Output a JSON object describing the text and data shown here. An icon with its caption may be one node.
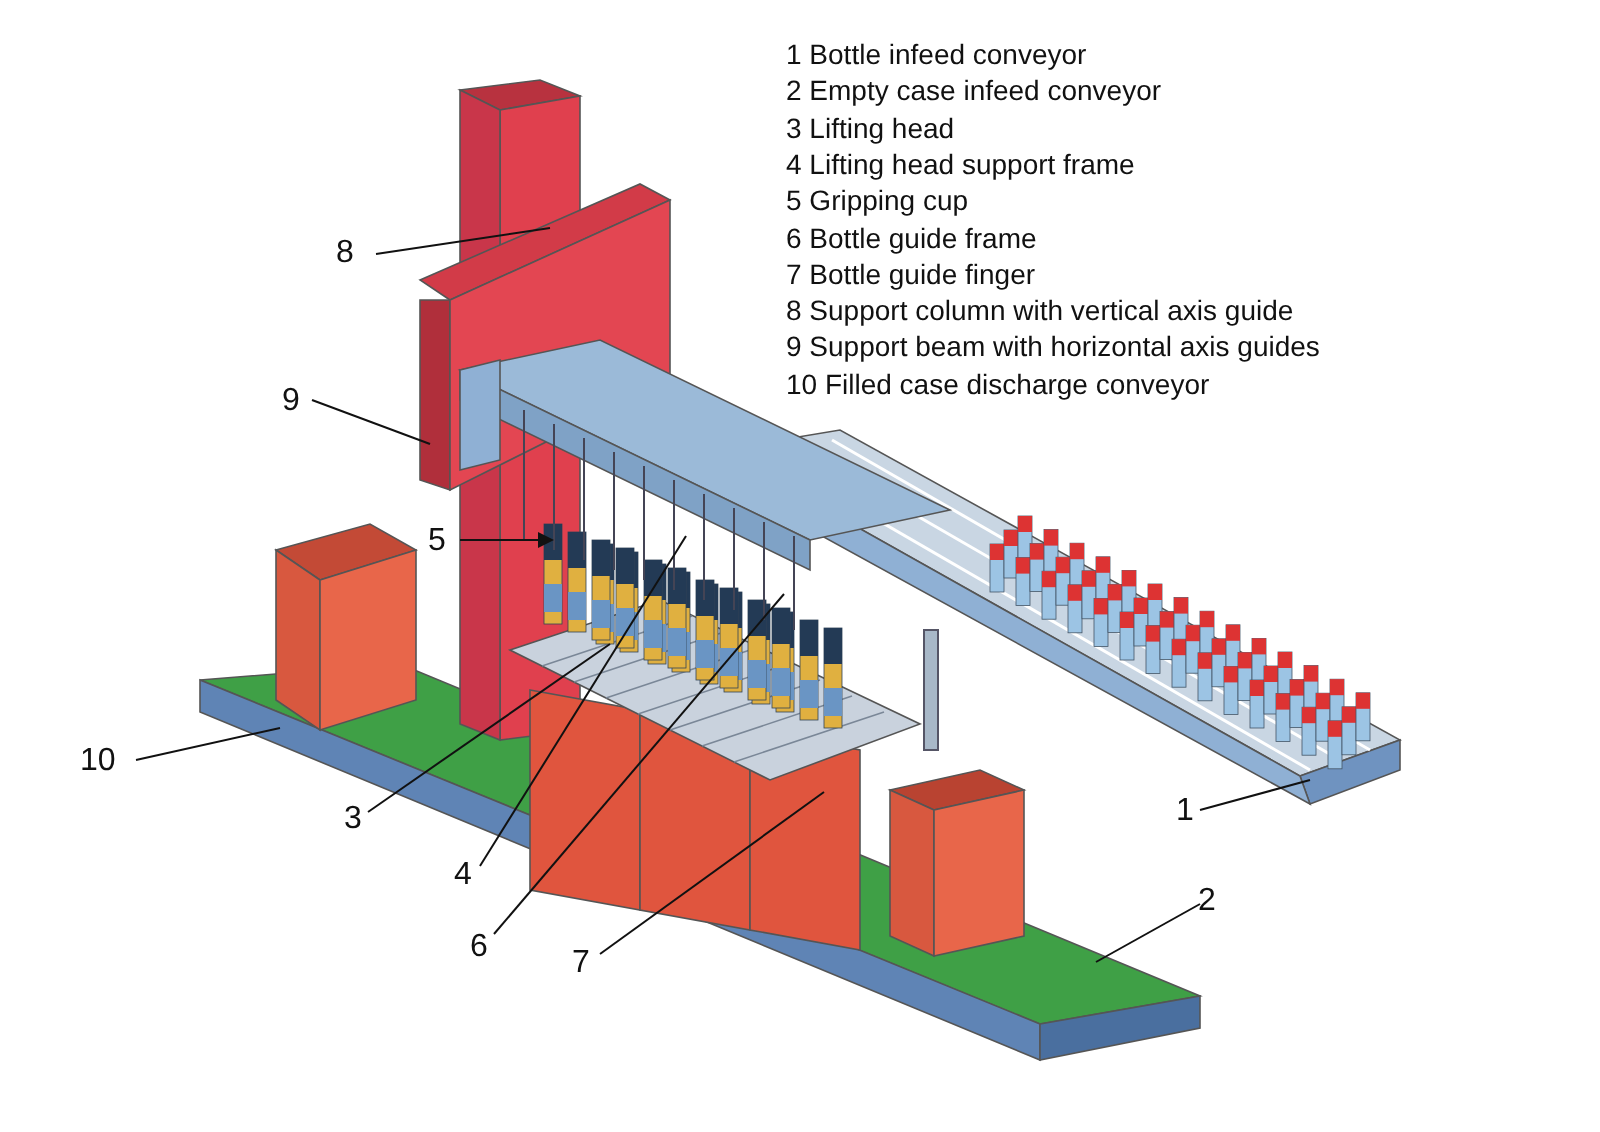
{
  "diagram": {
    "nodes": [
      {
        "text": [
          "8"
        ]
      },
      {
        "text": [
          "9"
        ]
      },
      {
        "text": [
          "5"
        ]
      },
      {
        "text": [
          "10"
        ]
      },
      {
        "text": [
          "1"
        ]
      },
      {
        "text": [
          "3"
        ]
      },
      {
        "text": [
          "4"
        ]
      },
      {
        "text": [
          "2"
        ]
      },
      {
        "text": [
          "6"
        ]
      },
      {
        "text": [
          "7"
        ]
      }
    ],
    "edges": [
      {
        "from": 0,
        "to": null,
        "arrow": "none"
      },
      {
        "from": 1,
        "to": null,
        "arrow": "none"
      },
      {
        "from": 2,
        "to": null,
        "arrow": "to"
      },
      {
        "from": 3,
        "to": null,
        "arrow": "none"
      },
      {
        "from": 4,
        "to": null,
        "arrow": "none"
      },
      {
        "from": 5,
        "to": null,
        "arrow": "none"
      },
      {
        "from": 6,
        "to": null,
        "arrow": "none"
      },
      {
        "from": 7,
        "to": null,
        "arrow": "none"
      },
      {
        "from": 8,
        "to": null,
        "arrow": "none"
      },
      {
        "from": 9,
        "to": null,
        "arrow": "none"
      }
    ],
    "labels": [
      "1 Bottle infeed conveyor",
      "2 Empty case infeed conveyor",
      "3 Lifting head",
      "4 Lifting head support frame",
      "5 Gripping cup",
      "6 Bottle guide frame",
      "7 Bottle guide finger",
      "8 Support column with vertical axis guide",
      "9 Support beam with horizontal axis guides",
      "10 Filled case discharge conveyor"
    ]
  }
}
